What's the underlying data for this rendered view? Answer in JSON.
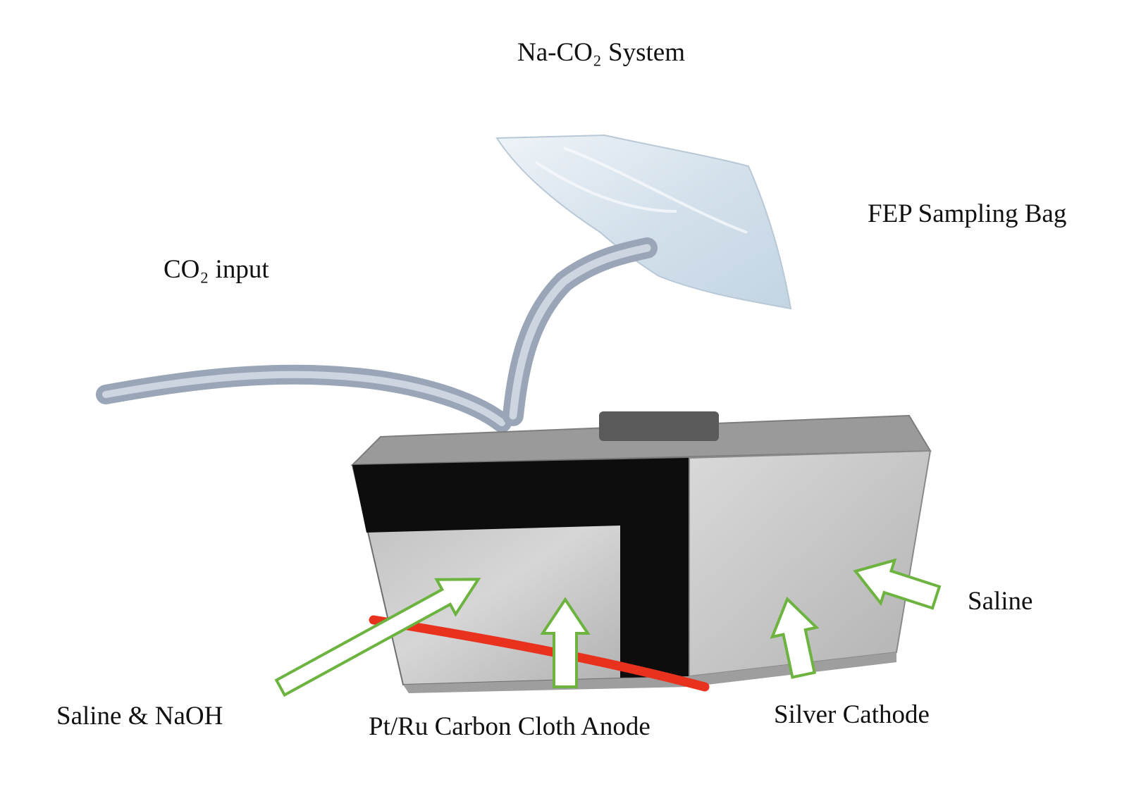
{
  "title": "Na-CO₂ System",
  "labels": {
    "co2_input": "CO₂ input",
    "fep_bag": "FEP Sampling Bag",
    "saline": "Saline",
    "saline_naoh": "Saline & NaOH",
    "anode": "Pt/Ru Carbon Cloth Anode",
    "cathode": "Silver Cathode"
  },
  "colors": {
    "arrow_outline": "#6db33f",
    "arrow_fill": "#ffffff",
    "wire": "#e8321e",
    "tape": "#0d0d0d",
    "steel": "#c9c9c9",
    "tube": "#aab4c4",
    "bag": "#dde8f0"
  }
}
